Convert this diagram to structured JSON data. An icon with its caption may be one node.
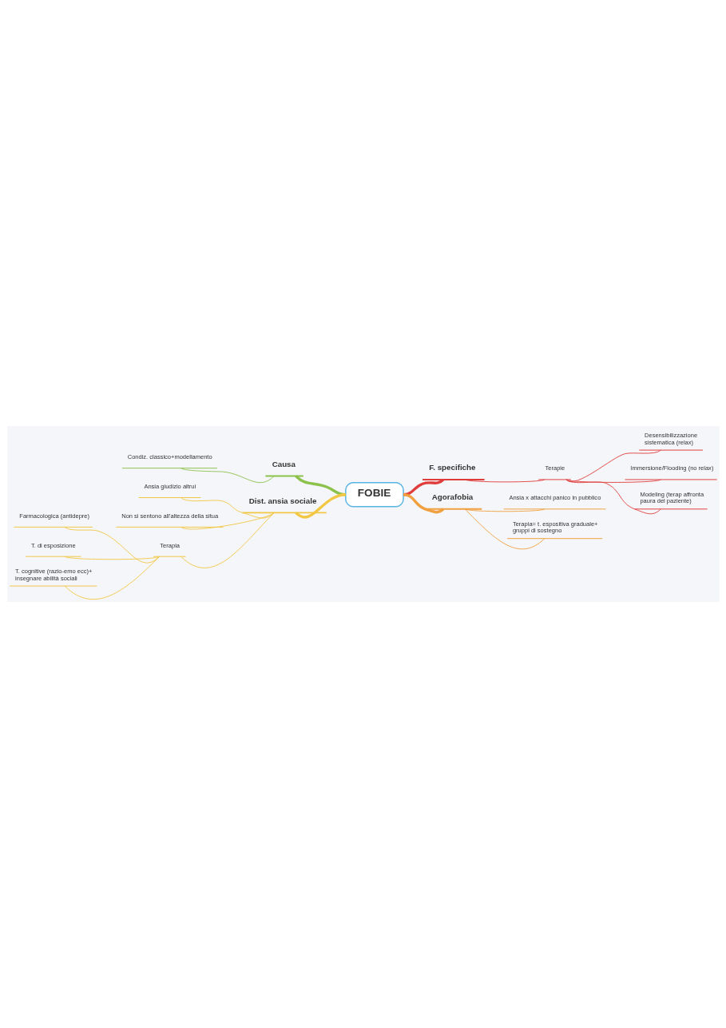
{
  "diagram": {
    "nodes": [
      {
        "text": [
          "FOBIE"
        ]
      },
      {
        "text": [
          "Causa"
        ]
      },
      {
        "text": [
          "Condiz. classico+modellamento"
        ]
      },
      {
        "text": [
          "Dist. ansia sociale"
        ]
      },
      {
        "text": [
          "Ansia giudizio altrui"
        ]
      },
      {
        "text": [
          "Non si sentono all'altezza della situa"
        ]
      },
      {
        "text": [
          "Terapia"
        ]
      },
      {
        "text": [
          "Farmacologica (antidepre)"
        ]
      },
      {
        "text": [
          "T. di esposizione"
        ]
      },
      {
        "text": [
          "T. cognitive (razio-emo ecc)+ insegnare abilità sociali"
        ]
      },
      {
        "text": [
          "F. specifiche"
        ]
      },
      {
        "text": [
          "Terapie"
        ]
      },
      {
        "text": [
          "Desensibilizzazione sistematica (relax)"
        ]
      },
      {
        "text": [
          "Immersione/Flooding (no relax)"
        ]
      },
      {
        "text": [
          "Modeling (terap affronta paura del paziente)"
        ]
      },
      {
        "text": [
          "Agorafobia"
        ]
      },
      {
        "text": [
          "Ansia x attacchi panico in pubblico"
        ]
      },
      {
        "text": [
          "Terapia= t. espositiva graduale+ gruppi di sostegno"
        ]
      }
    ],
    "edges": [
      {
        "from": 0,
        "to": 1,
        "arrow": "none",
        "style": "thick",
        "color": "#8cc14c"
      },
      {
        "from": 1,
        "to": 2,
        "arrow": "none",
        "color": "#8cc14c"
      },
      {
        "from": 0,
        "to": 3,
        "arrow": "none",
        "style": "thick"
      },
      {
        "from": 3,
        "to": 4,
        "arrow": "none"
      },
      {
        "from": 3,
        "to": 5,
        "arrow": "none"
      },
      {
        "from": 3,
        "to": 6,
        "arrow": "none"
      },
      {
        "from": 6,
        "to": 7,
        "arrow": "none"
      },
      {
        "from": 6,
        "to": 8,
        "arrow": "none"
      },
      {
        "from": 6,
        "to": 9,
        "arrow": "none"
      },
      {
        "from": 0,
        "to": 10,
        "arrow": "none",
        "style": "thick",
        "color": "#e03c3c"
      },
      {
        "from": 10,
        "to": 11,
        "arrow": "none",
        "color": "#e03c3c"
      },
      {
        "from": 11,
        "to": 12,
        "arrow": "none",
        "color": "#e03c3c"
      },
      {
        "from": 11,
        "to": 13,
        "arrow": "none",
        "color": "#e03c3c"
      },
      {
        "from": 11,
        "to": 14,
        "arrow": "none",
        "color": "#e03c3c"
      },
      {
        "from": 0,
        "to": 15,
        "arrow": "none",
        "style": "thick",
        "color": "#f0a040"
      },
      {
        "from": 15,
        "to": 16,
        "arrow": "none",
        "color": "#f0a040"
      },
      {
        "from": 15,
        "to": 17,
        "arrow": "none",
        "color": "#f0a040"
      }
    ]
  }
}
